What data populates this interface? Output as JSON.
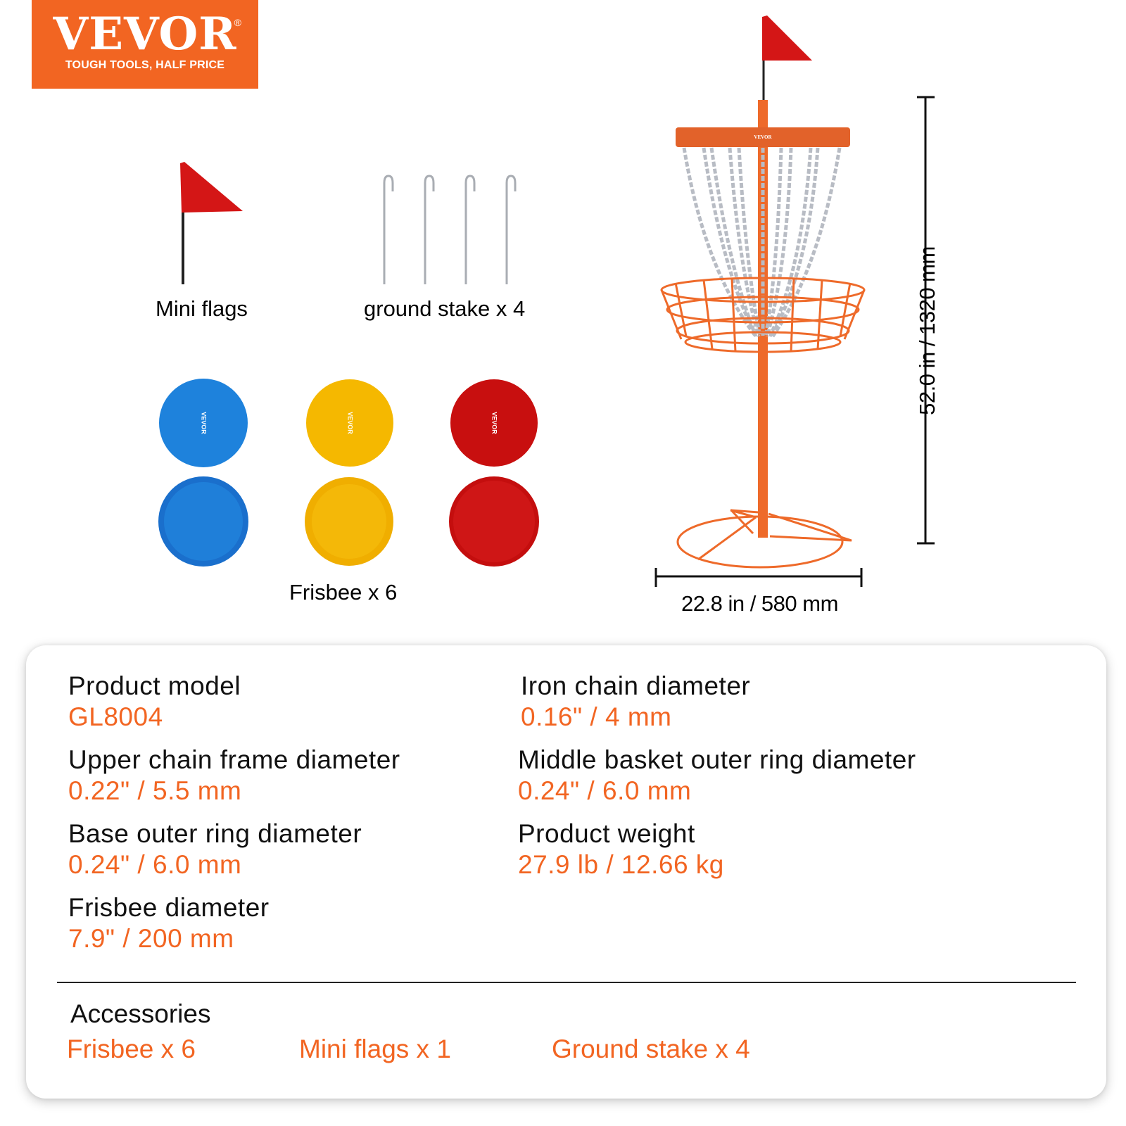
{
  "brand": {
    "name": "VEVOR",
    "registered_mark": "®",
    "tagline": "TOUGH TOOLS, HALF PRICE",
    "color": "#f26522"
  },
  "product_images": {
    "mini_flags_caption": "Mini flags",
    "ground_stake_caption": "ground stake x 4",
    "frisbee_caption": "Frisbee x 6",
    "frisbee_colors": [
      "#1e7fd8",
      "#f5b800",
      "#cc1414"
    ],
    "frisbee_logo_text": "VEVOR",
    "basket_logo_text": "VEVOR",
    "flag_color": "#d41616",
    "basket_color": "#ee6a2a",
    "chain_color": "#b8bcc4"
  },
  "dimensions": {
    "height_label": "52.0 in / 1320 mm",
    "width_label": "22.8 in / 580 mm"
  },
  "specs": {
    "left": [
      {
        "label": "Product model",
        "value": "GL8004"
      },
      {
        "label": "Upper chain frame diameter",
        "value": "0.22\"  / 5.5 mm"
      },
      {
        "label": "Base outer ring diameter",
        "value": "0.24\"  / 6.0 mm"
      },
      {
        "label": "Frisbee diameter",
        "value": "7.9\"  / 200 mm"
      }
    ],
    "right": [
      {
        "label": "Iron chain diameter",
        "value": "0.16\"  / 4 mm"
      },
      {
        "label": "Middle basket outer ring diameter",
        "value": "0.24\"  / 6.0 mm"
      },
      {
        "label": "Product weight",
        "value": "27.9 lb / 12.66 kg"
      }
    ]
  },
  "accessories": {
    "title": "Accessories",
    "items": [
      "Frisbee x 6",
      "Mini flags x 1",
      "Ground stake x 4"
    ]
  }
}
